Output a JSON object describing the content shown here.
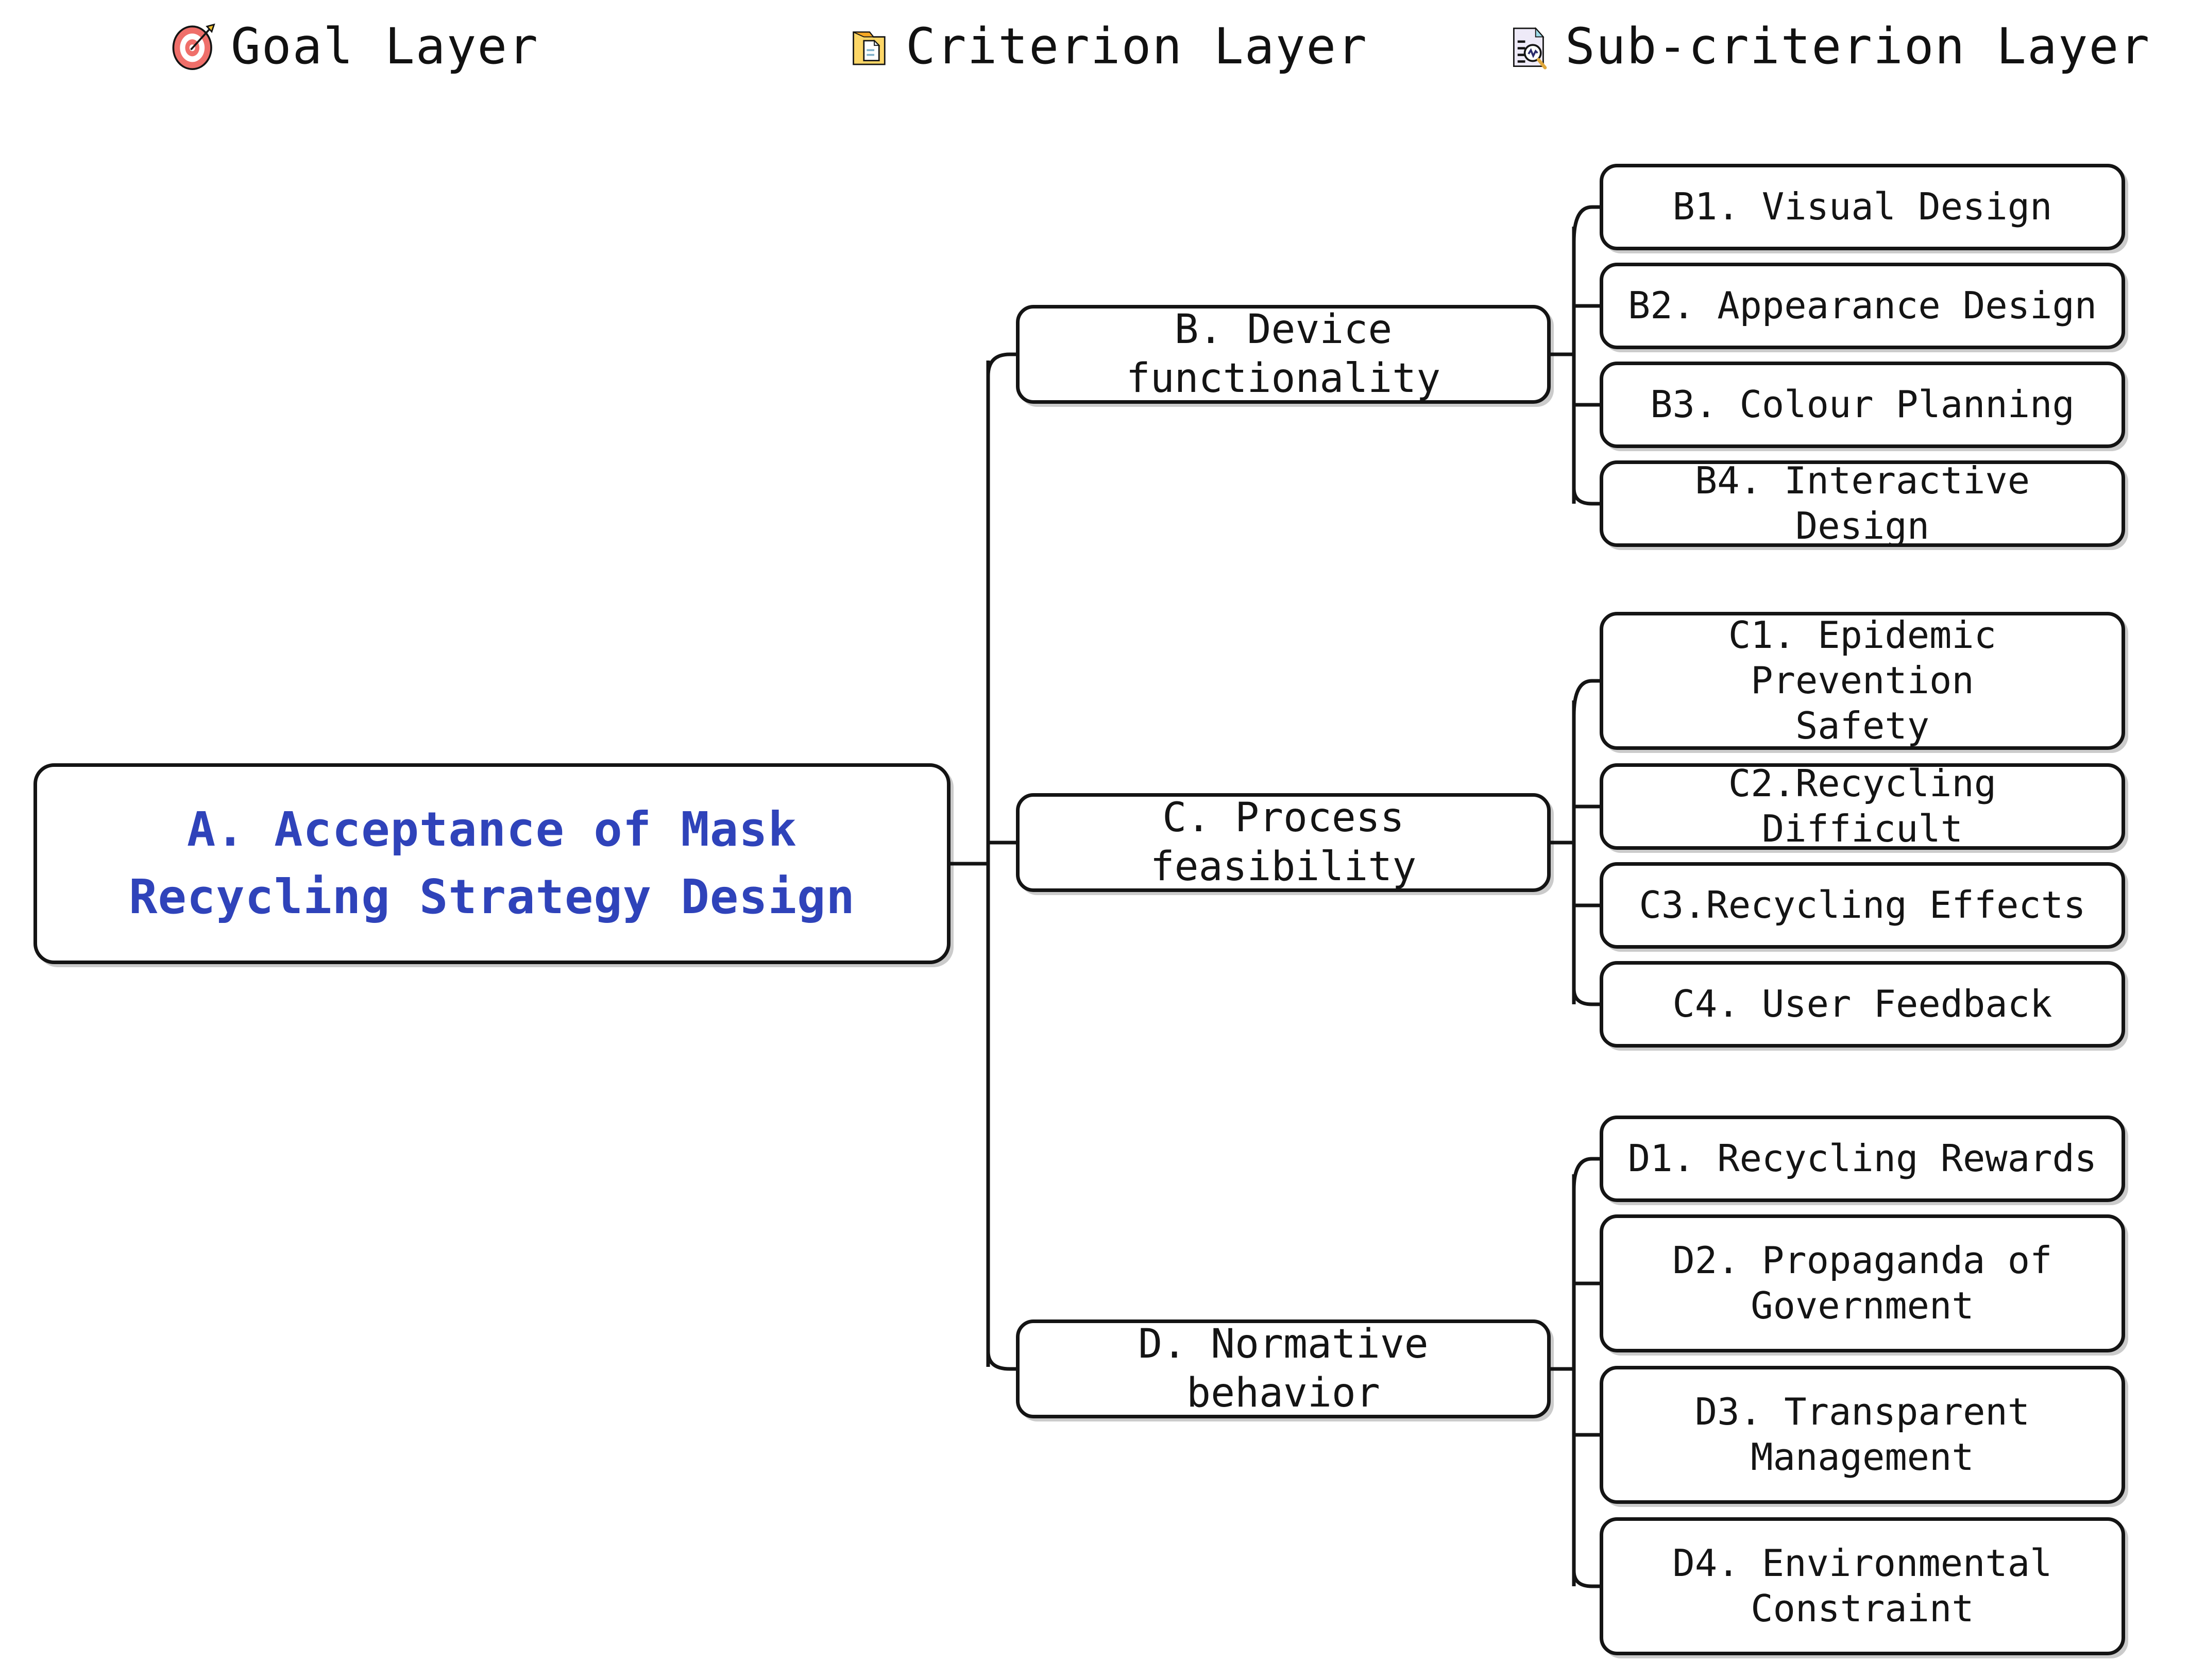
{
  "legend": {
    "items": [
      {
        "icon": "dartboard-icon",
        "label": "Goal Layer"
      },
      {
        "icon": "card-index-divider-icon",
        "label": "Criterion Layer"
      },
      {
        "icon": "page-with-magnifier-icon",
        "label": "Sub-criterion Layer"
      }
    ]
  },
  "colors": {
    "goal_text": "#2f43ba",
    "node_border": "#141414",
    "node_fill": "#ffffff",
    "legend_text": "#111111",
    "dartboard_red": "#ef6f6a",
    "folder_yellow": "#fcd667",
    "document_lavender": "#eeeaf8",
    "document_cyan": "#9fdcea",
    "background": "#ffffff"
  },
  "chart_data": {
    "type": "diagram",
    "title": "AHP Hierarchy for Acceptance of Mask Recycling Strategy Design",
    "layers": [
      "Goal Layer",
      "Criterion Layer",
      "Sub-criterion Layer"
    ],
    "nodes": {
      "goal": {
        "id": "A",
        "label": "A. Acceptance of Mask\nRecycling Strategy Design"
      },
      "criteria": [
        {
          "id": "B",
          "label": "B. Device functionality"
        },
        {
          "id": "C",
          "label": "C. Process feasibility"
        },
        {
          "id": "D",
          "label": "D. Normative behavior"
        }
      ],
      "sub_criteria": {
        "B": [
          {
            "id": "B1",
            "label": "B1. Visual Design"
          },
          {
            "id": "B2",
            "label": "B2. Appearance Design"
          },
          {
            "id": "B3",
            "label": "B3. Colour Planning"
          },
          {
            "id": "B4",
            "label": "B4. Interactive Design"
          }
        ],
        "C": [
          {
            "id": "C1",
            "label": "C1. Epidemic Prevention\nSafety"
          },
          {
            "id": "C2",
            "label": "C2.Recycling Difficult"
          },
          {
            "id": "C3",
            "label": "C3.Recycling Effects"
          },
          {
            "id": "C4",
            "label": "C4. User Feedback"
          }
        ],
        "D": [
          {
            "id": "D1",
            "label": "D1. Recycling Rewards"
          },
          {
            "id": "D2",
            "label": "D2. Propaganda of\nGovernment"
          },
          {
            "id": "D3",
            "label": "D3. Transparent\nManagement"
          },
          {
            "id": "D4",
            "label": "D4. Environmental\nConstraint"
          }
        ]
      }
    },
    "edges": [
      {
        "from": "A",
        "to": "B"
      },
      {
        "from": "A",
        "to": "C"
      },
      {
        "from": "A",
        "to": "D"
      },
      {
        "from": "B",
        "to": "B1"
      },
      {
        "from": "B",
        "to": "B2"
      },
      {
        "from": "B",
        "to": "B3"
      },
      {
        "from": "B",
        "to": "B4"
      },
      {
        "from": "C",
        "to": "C1"
      },
      {
        "from": "C",
        "to": "C2"
      },
      {
        "from": "C",
        "to": "C3"
      },
      {
        "from": "C",
        "to": "C4"
      },
      {
        "from": "D",
        "to": "D1"
      },
      {
        "from": "D",
        "to": "D2"
      },
      {
        "from": "D",
        "to": "D3"
      },
      {
        "from": "D",
        "to": "D4"
      }
    ]
  }
}
